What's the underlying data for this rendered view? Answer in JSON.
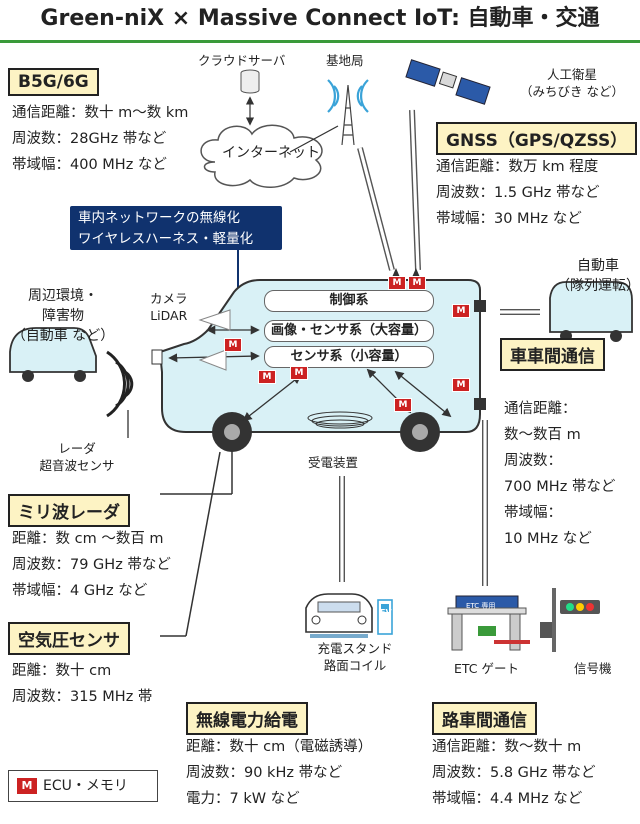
{
  "title": "Green-niX × Massive Connect IoT: 自動車・交通",
  "colors": {
    "accent": "#3a9a3a",
    "header_fill": "#fdf3c4",
    "vehicle_fill": "#d9f1f6",
    "badge": "#cc2222",
    "navy": "#10326e"
  },
  "b5g": {
    "header": "B5G/6G",
    "lines": [
      "通信距離：数十 m〜数 km",
      "周波数：28GHz 帯など",
      "帯域幅：400 MHz など"
    ]
  },
  "gnss": {
    "header": "GNSS（GPS/QZSS）",
    "lines": [
      "通信距離：数万 km 程度",
      "周波数：1.5 GHz 帯など",
      "帯域幅：30 MHz など"
    ]
  },
  "cloud": {
    "server_label": "クラウドサーバ",
    "base_station_label": "基地局",
    "internet_label": "インターネット"
  },
  "satellite": {
    "label_line1": "人工衛星",
    "label_line2": "（みちびき など）"
  },
  "invehicle": {
    "line1": "車内ネットワークの無線化",
    "line2": "ワイヤレスハーネス・軽量化"
  },
  "vehicle": {
    "systems": [
      "制御系",
      "画像・センサ系（大容量）",
      "センサ系（小容量）"
    ],
    "camera_line1": "カメラ",
    "camera_line2": "LiDAR",
    "receiver_label": "受電装置",
    "badge_text": "M"
  },
  "surroundings": {
    "line1": "周辺環境・",
    "line2": "障害物",
    "line3": "（自動車 など）",
    "radar_line1": "レーダ",
    "radar_line2": "超音波センサ"
  },
  "platoon": {
    "line1": "自動車",
    "line2": "（隊列運転）"
  },
  "v2v": {
    "header": "車車間通信",
    "lines": [
      "通信距離：",
      "数〜数百 m",
      "周波数：",
      "700 MHz 帯など",
      "帯域幅：",
      "10 MHz など"
    ]
  },
  "mmwave": {
    "header": "ミリ波レーダ",
    "lines": [
      "距離：数 cm 〜数百 m",
      "周波数：79 GHz 帯など",
      "帯域幅：4 GHz など"
    ]
  },
  "tpms": {
    "header": "空気圧センサ",
    "lines": [
      "距離：数十 cm",
      "周波数：315 MHz 帯"
    ]
  },
  "wpt": {
    "header": "無線電力給電",
    "lines": [
      "距離：数十 cm（電磁誘導）",
      "周波数：90 kHz 帯など",
      "電力：7 kW など"
    ],
    "station_line1": "充電スタンド",
    "station_line2": "路面コイル",
    "ev_text": "EV"
  },
  "roadside": {
    "etc_label": "ETC ゲート",
    "signal_label": "信号機",
    "gate_text": "ETC 専用"
  },
  "v2i": {
    "header": "路車間通信",
    "lines": [
      "通信距離：数〜数十 m",
      "周波数：5.8 GHz 帯など",
      "帯域幅：4.4 MHz など"
    ]
  },
  "legend": {
    "badge": "M",
    "text": "ECU・メモリ"
  }
}
